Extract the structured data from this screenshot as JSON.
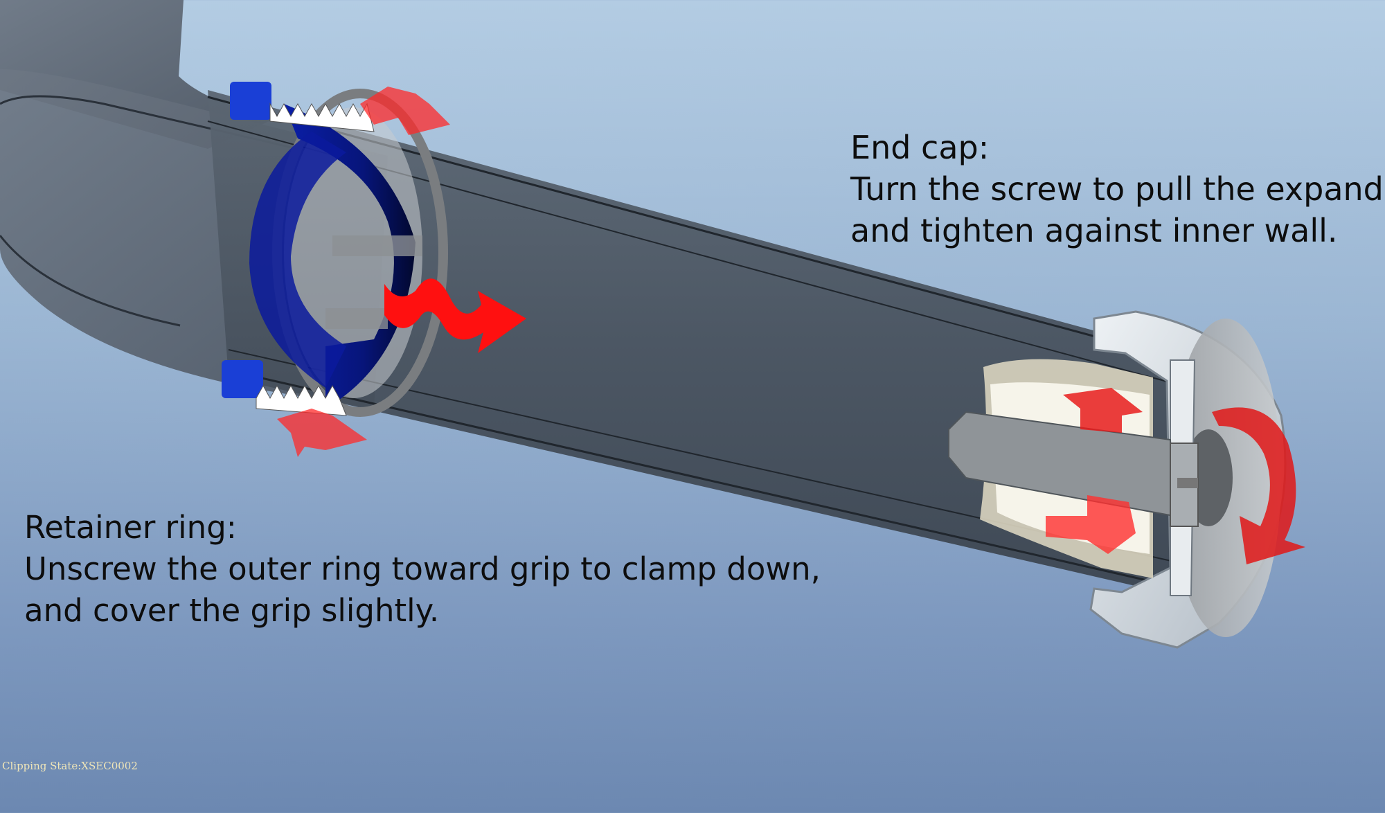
{
  "end_cap": {
    "title": "End cap:",
    "line1": "Turn the screw to pull the expander",
    "line2": "and tighten against inner wall."
  },
  "retainer_ring": {
    "title": "Retainer ring:",
    "line1": "Unscrew the outer ring toward grip to clamp down,",
    "line2": "and cover the grip slightly."
  },
  "status": {
    "clipping_state": "Clipping State:XSEC0002"
  },
  "colors": {
    "background_top": "#b3cce3",
    "background_bottom": "#6c88b1",
    "tube": "#4a5563",
    "retainer_ring": "#1a33c8",
    "arrow": "#ff1e1e",
    "end_cap": "#d6dde4"
  }
}
